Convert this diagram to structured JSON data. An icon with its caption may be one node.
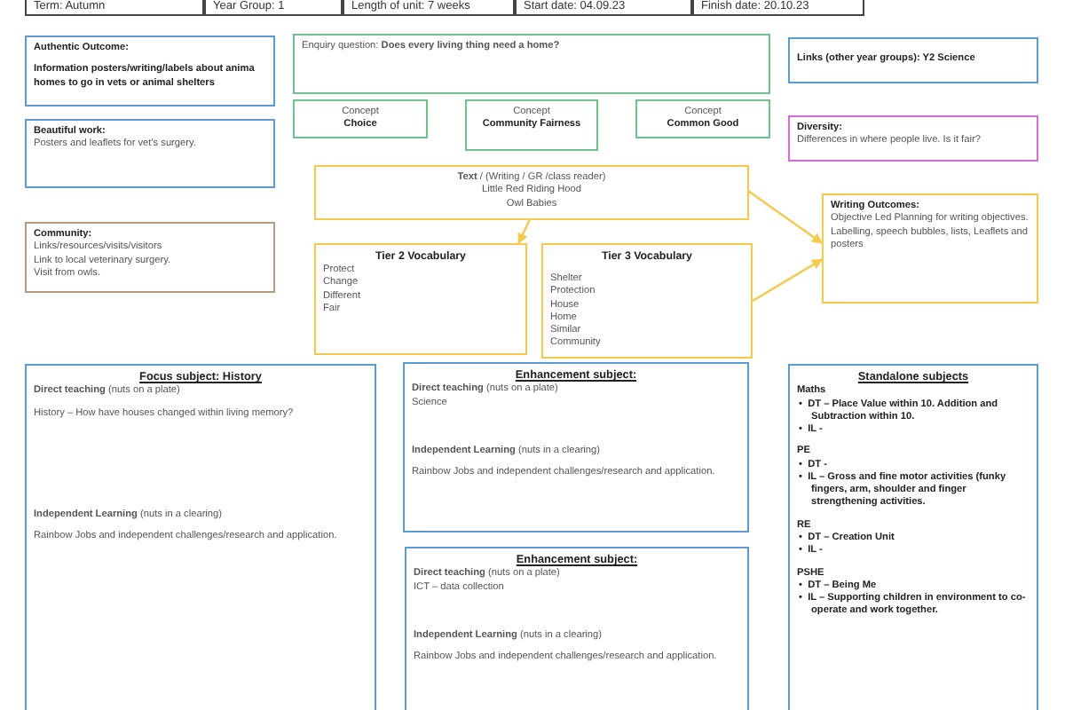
{
  "diagram": {
    "nodes": [
      {
        "text": [
          "Authentic Outcome:",
          "Information posters/writing/labels about anima homes to go in vets or animal shelters"
        ]
      },
      {
        "text": [
          "Beautiful work:",
          "Posters and leaflets for vet's surgery."
        ]
      },
      {
        "text": [
          "Community:",
          "Links/resources/visits/visitors",
          "Link to local veterinary surgery.",
          "Visit from owls."
        ]
      },
      {
        "text": [
          "Enquiry question: **Does every living thing need a home?**"
        ]
      },
      {
        "text": [
          "Concept",
          "Choice"
        ]
      },
      {
        "text": [
          "Concept",
          "Community Fairness"
        ]
      },
      {
        "text": [
          "Concept",
          "Common Good"
        ]
      },
      {
        "text": [
          "Links (other year groups): Y2 Science"
        ]
      },
      {
        "text": [
          "Diversity:",
          "Differences in where people live.  Is it fair?"
        ]
      },
      {
        "text": [
          "**Text** /  (Writing / GR /class reader)",
          "Little Red Riding Hood",
          "Owl Babies"
        ]
      },
      {
        "text": [
          "Tier 2 Vocabulary",
          "Protect",
          "Change",
          "Different",
          "Fair"
        ]
      },
      {
        "text": [
          "Tier 3 Vocabulary",
          "Shelter",
          "Protection",
          "House",
          "Home",
          "Similar",
          "Community"
        ]
      },
      {
        "text": [
          "Writing Outcomes:",
          "Objective Led Planning for writing objectives.",
          "Labelling, speech bubbles, lists, Leaflets and posters"
        ]
      },
      {
        "text": [
          "Focus subject: History",
          "**Direct teaching** (nuts on a plate)",
          "History – How have houses changed within living memory?",
          "**Independent Learning** (nuts in a clearing)",
          "Rainbow Jobs and independent challenges/research and application."
        ]
      },
      {
        "text": [
          "Enhancement  subject:",
          "**Direct teaching** (nuts on a plate)",
          "Science",
          "**Independent Learning** (nuts in a clearing)",
          "Rainbow Jobs and independent challenges/research and application."
        ]
      },
      {
        "text": [
          "Enhancement  subject:",
          "**Direct teaching** (nuts on a plate)",
          "ICT – data collection",
          "**Independent Learning** (nuts in a clearing)",
          "Rainbow Jobs and independent challenges/research and application."
        ]
      },
      {
        "text": [
          "Standalone  subjects",
          "Maths",
          "•  DT – Place Value within 10. Addition and Subtraction within 10.",
          "•  IL -",
          "PE",
          "•  DT -",
          "•  IL – Gross and fine motor activities (funky fingers, arm, shoulder and finger strengthening activities.",
          "RE",
          "•  DT – Creation Unit",
          "•  IL -",
          "PSHE",
          "•  DT – Being Me",
          "•  IL – Supporting children in environment to co-operate and work together."
        ]
      }
    ],
    "edges": [
      {
        "from": 9,
        "to": 10,
        "arrow": "to"
      },
      {
        "from": 9,
        "to": 12,
        "arrow": "to"
      },
      {
        "from": 11,
        "to": 12,
        "arrow": "to"
      }
    ],
    "labels": [
      "Term: Autumn",
      "Year Group: 1",
      "Length of unit: 7 weeks",
      "Start date: 04.09.23",
      "Finish date: 20.10.23"
    ]
  }
}
